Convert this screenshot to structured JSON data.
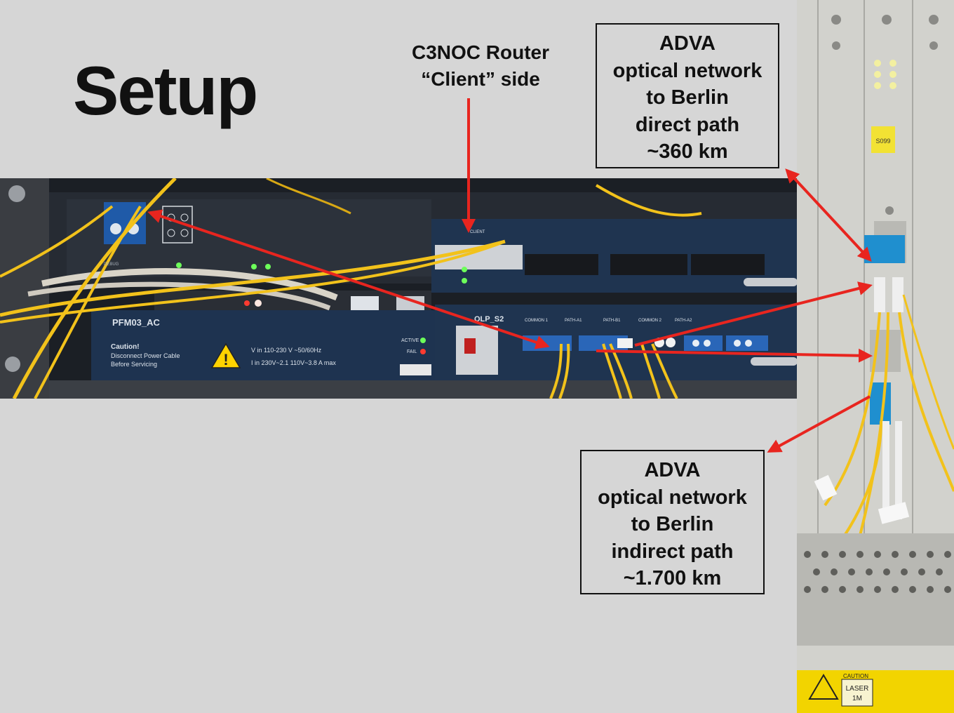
{
  "title": "Setup",
  "router_label": {
    "line1": "C3NOC Router",
    "line2": "“Client” side"
  },
  "direct_box": {
    "lines": [
      "ADVA",
      "optical network",
      "to Berlin",
      "direct path",
      "~360 km"
    ]
  },
  "indirect_box": {
    "lines": [
      "ADVA",
      "optical network",
      "to Berlin",
      "indirect path",
      "~1.700 km"
    ]
  },
  "equipment_labels": {
    "pfm": "PFM03_AC",
    "caution_1": "Caution!",
    "caution_2": "Disconnect Power Cable",
    "caution_3": "Before Servicing",
    "vin": "V in  110-230 V  ~50/60Hz",
    "iin": "I in  230V~2.1  110V~3.8  A max",
    "active": "ACTIVE",
    "fail": "FAIL",
    "olp": "OLP_S2",
    "client": "CLIENT",
    "common1": "COMMON 1",
    "patha1": "PATH-A1",
    "pathb1": "PATH-B1",
    "common2": "COMMON 2",
    "patha2": "PATH-A2",
    "debug": "DEBUG",
    "badge": "S099",
    "laser_caution": "CAUTION",
    "laser": "LASER",
    "laser_class": "1M"
  },
  "colors": {
    "arrow": "#e8251f",
    "fiber": "#f2c21b",
    "panel": "#1f3450",
    "background": "#d6d6d6"
  }
}
